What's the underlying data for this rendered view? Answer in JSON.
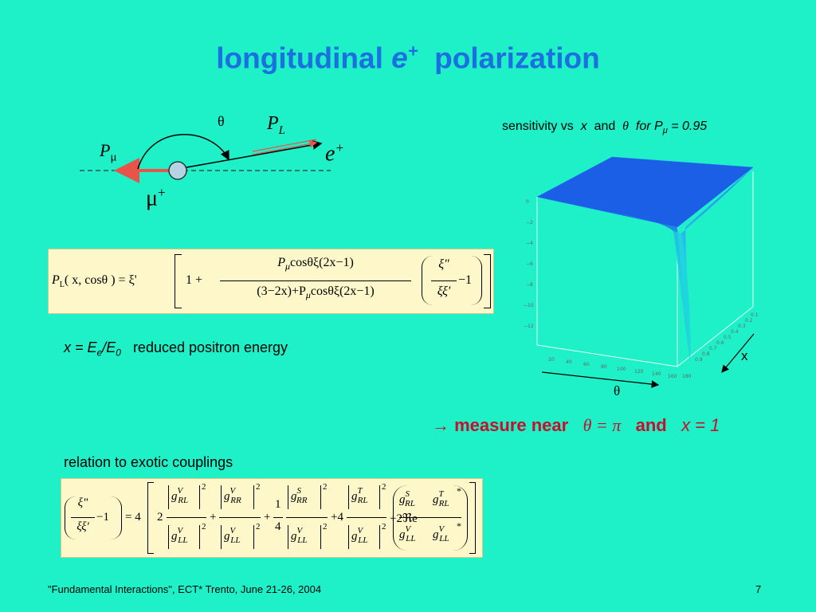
{
  "slide": {
    "title_pre": "longitudinal",
    "title_em": "e",
    "title_sup": "+",
    "title_post": "polarization"
  },
  "diagram": {
    "theta": "θ",
    "p_l_main": "P",
    "p_l_sub": "L",
    "p_mu_main": "P",
    "p_mu_sub": "μ",
    "e_main": "e",
    "e_sup": "+",
    "mu_main": "μ",
    "mu_sup": "+"
  },
  "formula1": {
    "lhs": "P",
    "lhs_sub": "L",
    "lhs_args": "( x, cosθ ) = ξ'",
    "one_plus": "1 +",
    "num": "P",
    "num_sub": "μ",
    "num_rest": "cosθξ(2x−1)",
    "den_pre": "(3−2x)+P",
    "den_sub": "μ",
    "den_post": "cosθξ(2x−1)",
    "frac_num": "ξ\"",
    "frac_den": "ξξ'",
    "minus_one": "−1"
  },
  "definition": {
    "x": "x = E",
    "e_sub": "e",
    "slash": "/E",
    "zero_sub": "0",
    "desc": "reduced positron energy"
  },
  "plot": {
    "caption_pre": "sensitivity vs",
    "caption_x": "x",
    "caption_and": "and",
    "caption_theta": "θ",
    "caption_for": "for P",
    "caption_mu": "μ",
    "caption_val": "= 0.95",
    "z_ticks": [
      "0",
      "−2",
      "−4",
      "−6",
      "−8",
      "−10",
      "−12"
    ],
    "theta_ticks": [
      "20",
      "40",
      "60",
      "80",
      "100",
      "120",
      "140",
      "160",
      "180"
    ],
    "x_ticks": [
      "0.9",
      "0.8",
      "0.7",
      "0.6",
      "0.5",
      "0.4",
      "0.3",
      "0.2",
      "0.1"
    ],
    "x_axis_label": "x",
    "theta_axis_label": "θ"
  },
  "result": {
    "arrow": "→",
    "measure": "measure near",
    "cond1": "θ = π",
    "and": "and",
    "cond2": "x = 1"
  },
  "relation": {
    "heading": "relation to exotic couplings",
    "lhs_num": "ξ\"",
    "lhs_den": "ξξ'",
    "lhs_minus": "−1",
    "eq_four": "= 4",
    "two": "2",
    "g": "g",
    "sup_V": "V",
    "sup_S": "S",
    "sup_T": "T",
    "sub_RL": "RL",
    "sub_RR": "RR",
    "sub_LL": "LL",
    "sq": "2",
    "plus": "+",
    "plus4": "+4",
    "quarter_num": "1",
    "quarter_den": "4",
    "re": "+2ℜe",
    "star": "*"
  },
  "footer": {
    "left": "\"Fundamental Interactions\", ECT* Trento, June 21-26, 2004",
    "page": "7"
  }
}
